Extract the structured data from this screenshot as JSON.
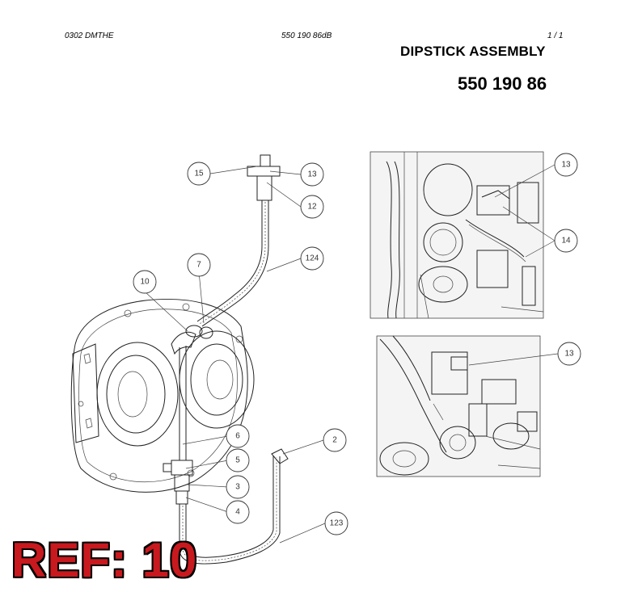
{
  "header": {
    "left_code": "0302 DMTHE",
    "doc_code": "550 190 86dB",
    "page": "1 /   1"
  },
  "title": "DIPSTICK ASSEMBLY",
  "part_number": "550 190 86",
  "reference": "REF: 10",
  "callouts": {
    "main": [
      "15",
      "13",
      "12",
      "124",
      "7",
      "10",
      "6",
      "5",
      "3",
      "4",
      "2",
      "123"
    ],
    "photo_top": [
      "13",
      "14"
    ],
    "photo_bottom": [
      "13"
    ]
  }
}
